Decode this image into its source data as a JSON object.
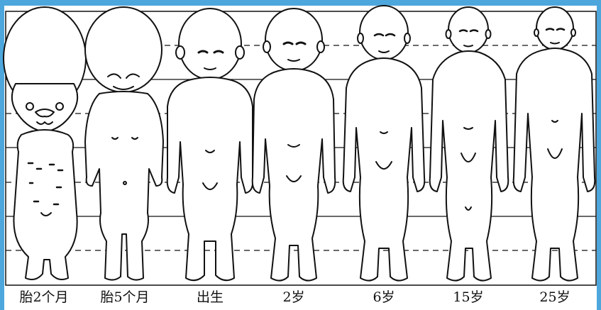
{
  "figure": {
    "frame_color": "#4ea7dc",
    "labels": [
      "胎2个月",
      "胎5个月",
      "出生",
      "2岁",
      "6岁",
      "15岁",
      "25岁"
    ]
  }
}
